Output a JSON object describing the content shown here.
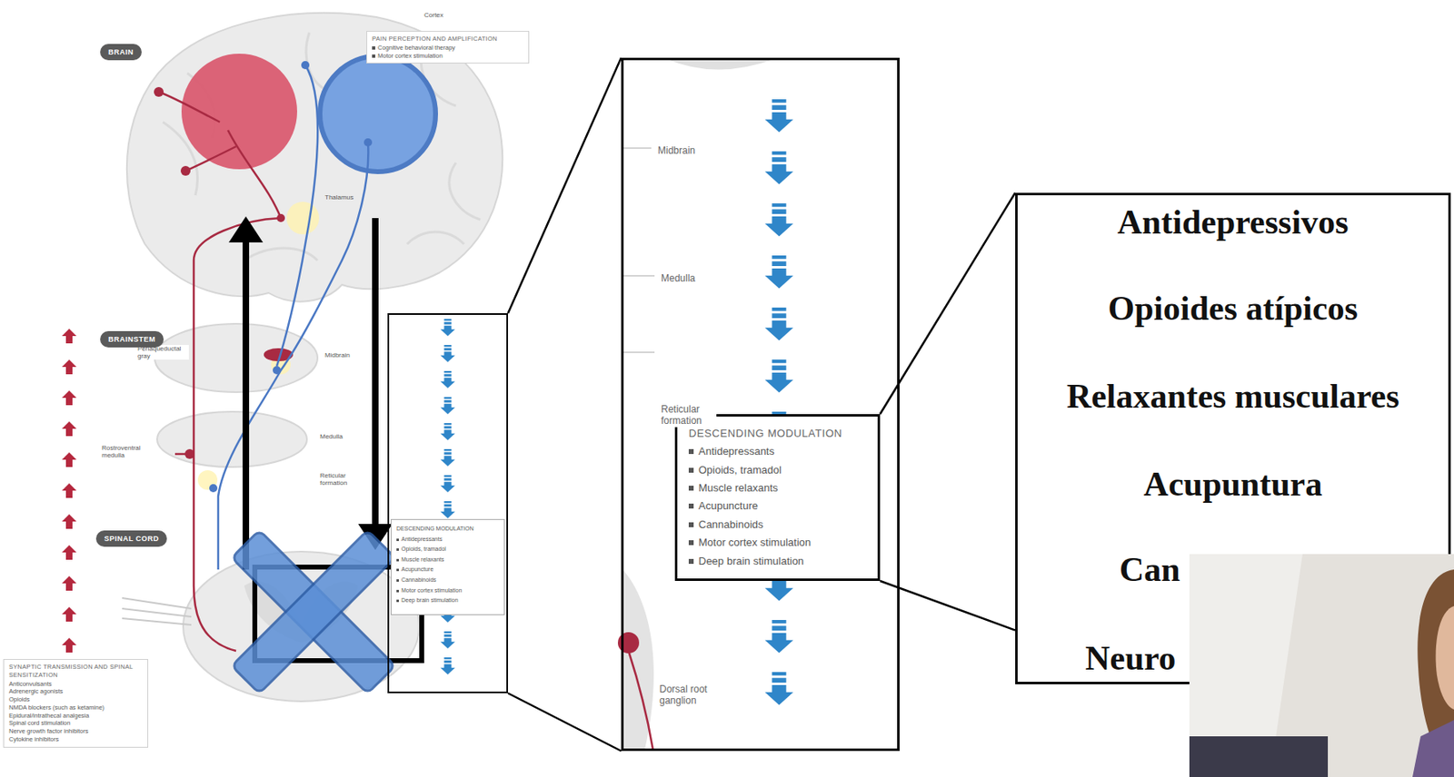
{
  "diagram": {
    "nodes": [
      {
        "text": [
          "BRAIN"
        ]
      },
      {
        "text": [
          "PAIN PERCEPTION AND AMPLIFICATION",
          "Cognitive behavioral therapy",
          "Motor cortex stimulation"
        ]
      },
      {
        "text": [
          "BRAINSTEM"
        ]
      },
      {
        "text": [
          "SPINAL CORD"
        ]
      },
      {
        "text": [
          "SYNAPTIC TRANSMISSION AND SPINAL SENSITIZATION",
          "Anticonvulsants",
          "Adrenergic agonists",
          "Opioids",
          "NMDA blockers (such as ketamine)",
          "Epidural/intrathecal analgesia",
          "Spinal cord stimulation",
          "Nerve growth factor inhibitors",
          "Cytokine inhibitors"
        ]
      },
      {
        "text": []
      },
      {
        "text": [
          "DESCENDING MODULATION",
          "Antidepressants",
          "Opioids, tramadol",
          "Muscle relaxants",
          "Acupuncture",
          "Cannabinoids",
          "Motor cortex stimulation",
          "Deep brain stimulation"
        ],
        "in": 5
      },
      {
        "text": [
          "Midbrain",
          "Medulla",
          "Reticular formation",
          "Dorsal root ganglion"
        ]
      },
      {
        "text": [
          "DESCENDING MODULATION",
          "Antidepressants",
          "Opioids, tramadol",
          "Muscle relaxants",
          "Acupuncture",
          "Cannabinoids",
          "Motor cortex stimulation",
          "Deep brain stimulation"
        ],
        "in": 7
      },
      {
        "text": [
          "Antidepressivos",
          "Opioides atípicos",
          "Relaxantes musculares",
          "Acupuntura",
          "Can",
          "Neuro"
        ]
      }
    ],
    "edges": [
      {
        "from": 5,
        "to": 7,
        "arrow": "none"
      },
      {
        "from": 5,
        "to": 7,
        "arrow": "none"
      },
      {
        "from": 8,
        "to": 9,
        "arrow": "none"
      },
      {
        "from": 8,
        "to": 9,
        "arrow": "none"
      }
    ],
    "labels": [
      "Cortex",
      "Thalamus",
      "Periaqueductal gray",
      "Midbrain",
      "Rostroventral medulla",
      "Medulla",
      "Reticular formation"
    ]
  }
}
